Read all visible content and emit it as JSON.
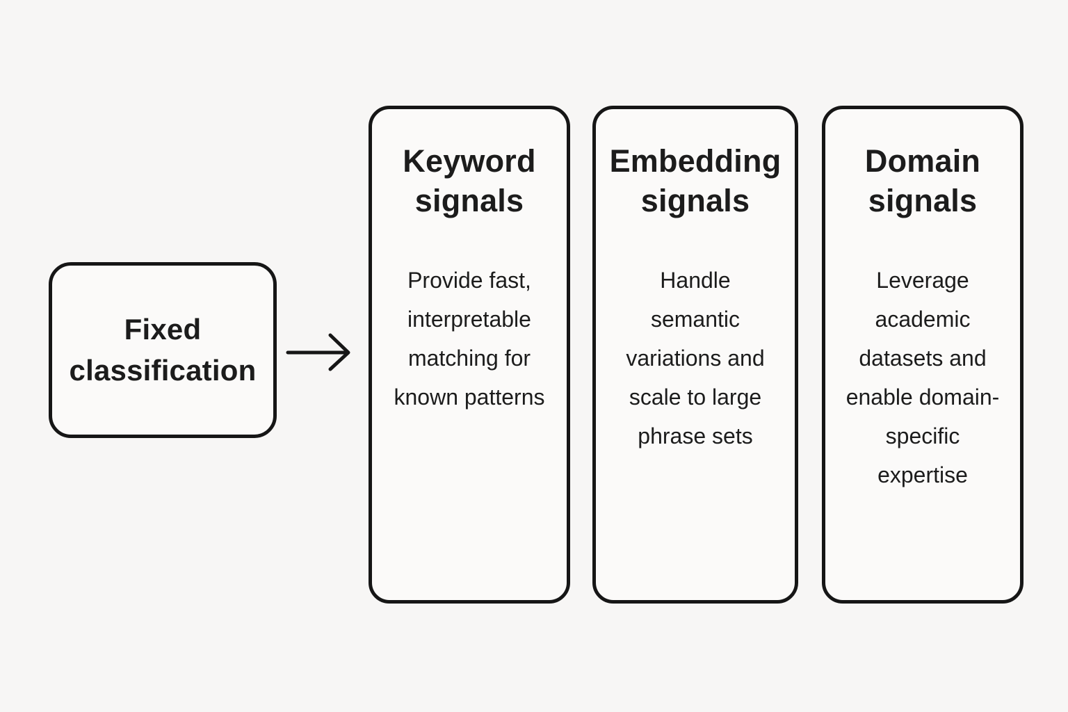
{
  "diagram": {
    "source_box": {
      "label": "Fixed classification"
    },
    "arrow": {
      "name": "right-arrow",
      "direction": "right"
    },
    "cards": [
      {
        "title": "Keyword signals",
        "body": "Provide fast, interpretable matching for known patterns"
      },
      {
        "title": "Embedding signals",
        "body": "Handle semantic variations and scale to large phrase sets"
      },
      {
        "title": "Domain signals",
        "body": "Leverage academic datasets and enable domain-specific expertise"
      }
    ],
    "colors": {
      "background": "#f7f6f5",
      "node_fill": "#fbfaf9",
      "stroke": "#161616",
      "text": "#1c1c1c"
    }
  }
}
